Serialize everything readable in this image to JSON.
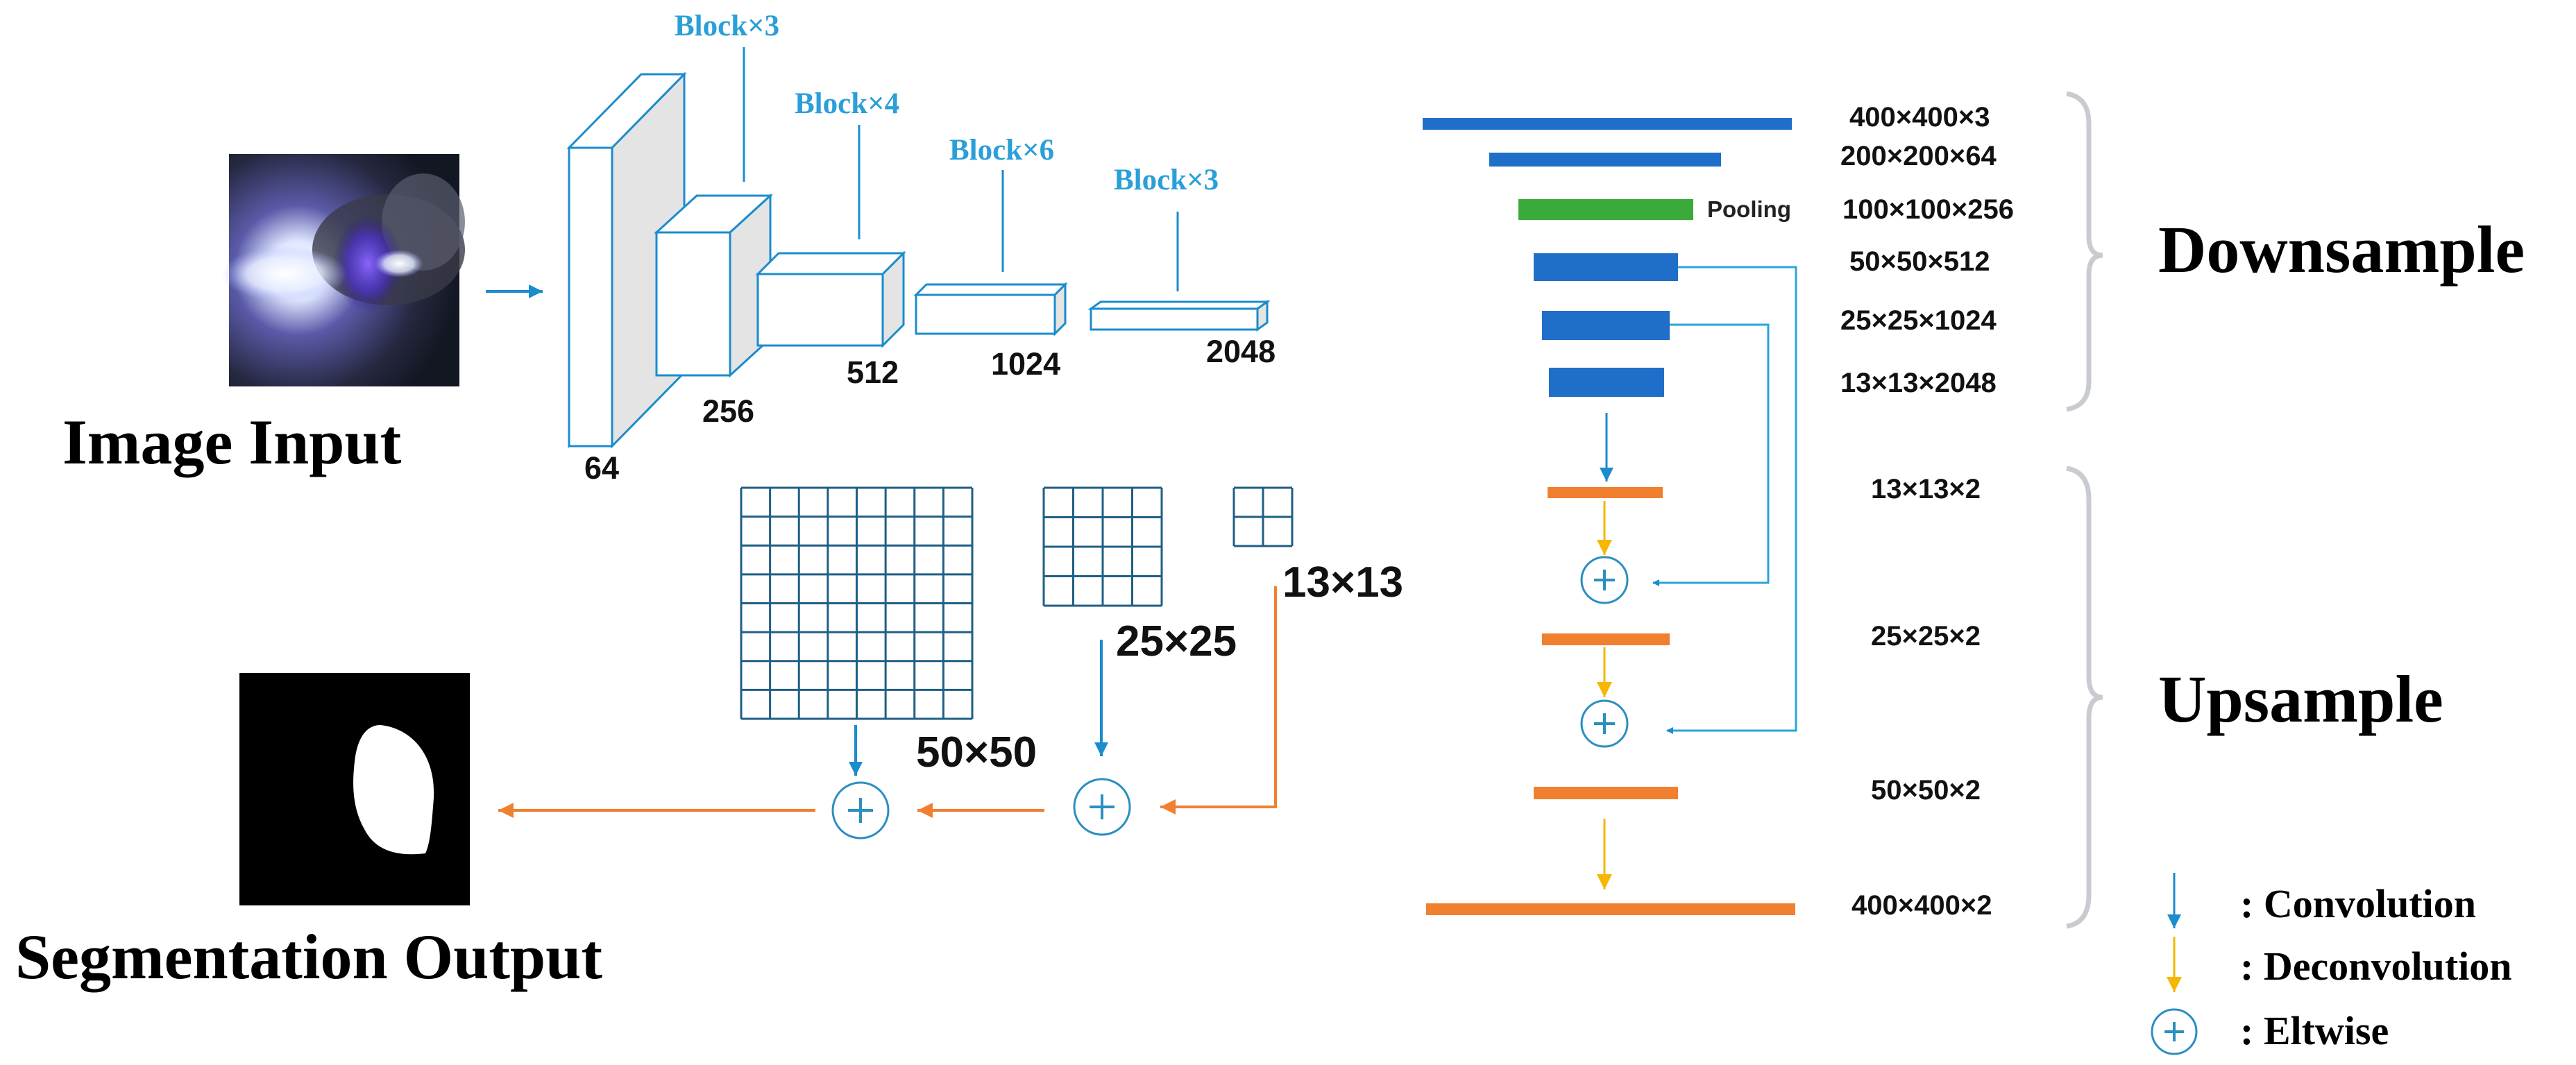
{
  "input": {
    "title": "Image Input"
  },
  "output": {
    "title": "Segmentation Output"
  },
  "encoder": {
    "blocks": [
      "Block×3",
      "Block×4",
      "Block×6",
      "Block×3"
    ],
    "channels": [
      "64",
      "256",
      "512",
      "1024",
      "2048"
    ]
  },
  "grids": {
    "large_label": "50×50",
    "mid_label": "25×25",
    "small_label": "13×13"
  },
  "pipeline": {
    "pooling_label": "Pooling",
    "down_sizes": [
      "400×400×3",
      "200×200×64",
      "100×100×256",
      "50×50×512",
      "25×25×1024",
      "13×13×2048"
    ],
    "up_sizes": [
      "13×13×2",
      "25×25×2",
      "50×50×2",
      "400×400×2"
    ],
    "downsample_label": "Downsample",
    "upsample_label": "Upsample"
  },
  "legend": {
    "convolution": ": Convolution",
    "deconvolution": ": Deconvolution",
    "eltwise": ": Eltwise"
  },
  "colors": {
    "blue_bar": "#1f6fc9",
    "green_bar": "#3aaa3a",
    "orange_bar": "#f08030",
    "label_blue": "#2a9fd8",
    "line_blue": "#1b8ccc",
    "grid_teal": "#1f5f86",
    "eltwise_teal": "#2b8fc0",
    "deconv_yellow": "#f5b700",
    "bracket_gray": "#c8ccd0"
  }
}
